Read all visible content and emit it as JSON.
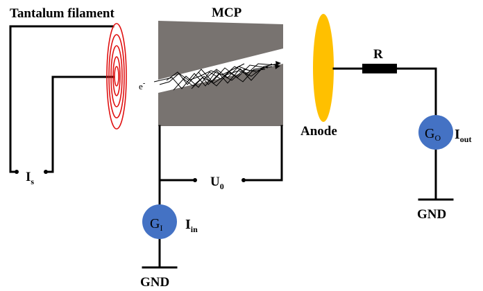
{
  "labels": {
    "filament": "Tantalum filament",
    "mcp": "MCP",
    "electron": "e",
    "electron_sup": "-",
    "is_main": "I",
    "is_sub": "s",
    "u0_main": "U",
    "u0_sub": "0",
    "gi_main": "G",
    "gi_sub": "I",
    "iin_main": "I",
    "iin_sub": "in",
    "gnd_left": "GND",
    "anode": "Anode",
    "resistor": "R",
    "go_main": "G",
    "go_sub": "O",
    "iout_main": "I",
    "iout_sub": "out",
    "gnd_right": "GND"
  },
  "colors": {
    "filament": "#e01010",
    "mcp": "#787370",
    "anode": "#ffc000",
    "meter": "#4472c4",
    "wire": "#000000"
  }
}
